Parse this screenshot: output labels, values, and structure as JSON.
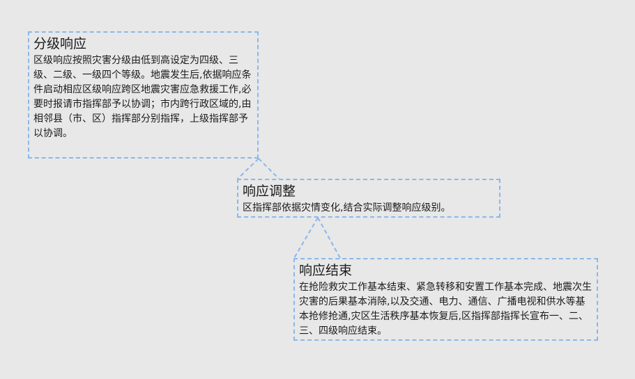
{
  "nodes": [
    {
      "title": "分级响应",
      "body": "区级响应按照灾害分级由低到高设定为四级、三级、二级、一级四个等级。地震发生后,依据响应条件启动相应区级响应跨区地震灾害应急救援工作,必要时报请市指挥部予以协调；市内跨行政区域的,由相邻县（市、区）指挥部分别指挥，上级指挥部予以协调。"
    },
    {
      "title": "响应调整",
      "body": "区指挥部依据灾情变化,结合实际调整响应级别。"
    },
    {
      "title": "响应结束",
      "body": "在抢险救灾工作基本结束、紧急转移和安置工作基本完成、地震次生灾害的后果基本消除,以及交通、电力、通信、广播电视和供水等基本抢修抢通,灾区生活秩序基本恢复后,区指挥部指挥长宣布一、二、三、四级响应结束。"
    }
  ],
  "colors": {
    "border": "#8ab8ea",
    "background": "#e8e8e8",
    "text": "#1a1a1a"
  }
}
